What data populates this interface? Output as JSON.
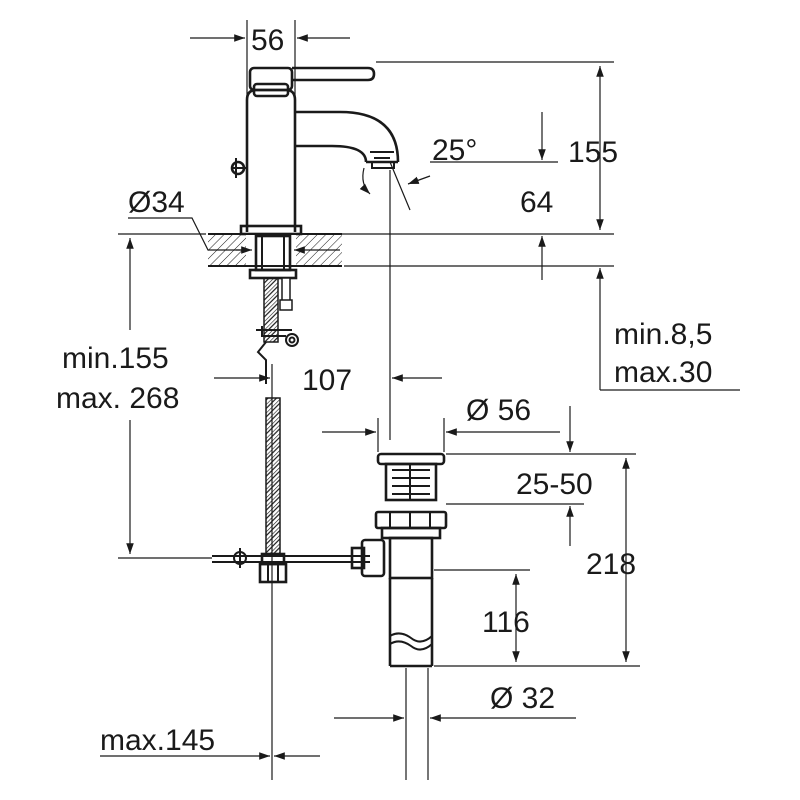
{
  "dimensions": {
    "body_width": "56",
    "height_total": "155",
    "spout_height": "64",
    "spout_angle": "25°",
    "hole_diameter": "Ø34",
    "pipe_min": "min.155",
    "pipe_max": "max. 268",
    "projection": "107",
    "deck_min": "min.8,5",
    "deck_max": "max.30",
    "waste_diameter": "Ø 56",
    "waste_range": "25-50",
    "waste_height": "218",
    "waste_lower": "116",
    "tail_diameter": "Ø 32",
    "rod_max": "max.145"
  },
  "colors": {
    "line": "#1a1a1a",
    "background": "#ffffff"
  }
}
